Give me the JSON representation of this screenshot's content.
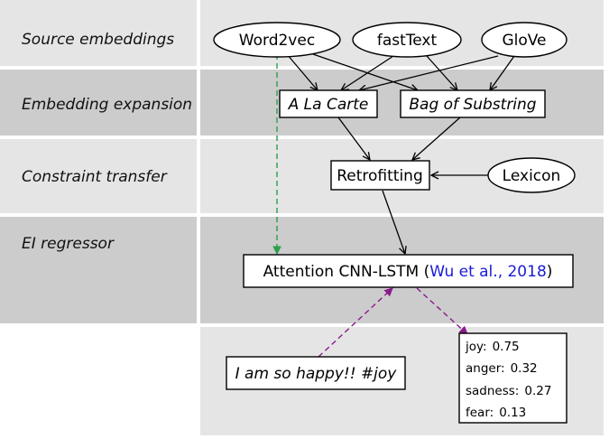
{
  "rows": [
    {
      "label": "Source embeddings"
    },
    {
      "label": "Embedding expansion"
    },
    {
      "label": "Constraint transfer"
    },
    {
      "label": "EI regressor"
    },
    {
      "label": ""
    }
  ],
  "nodes": {
    "word2vec": "Word2vec",
    "fasttext": "fastText",
    "glove": "GloVe",
    "alacarte": "A La Carte",
    "bag": "Bag of Substring",
    "retrofitting": "Retrofitting",
    "lexicon": "Lexicon",
    "model_name": "Attention CNN-LSTM (",
    "model_citation": "Wu et al., 2018",
    "model_close": ")",
    "input": "I am so happy!! #joy"
  },
  "scores": [
    {
      "emotion": "joy:",
      "value": "0.75"
    },
    {
      "emotion": "anger:",
      "value": "0.32"
    },
    {
      "emotion": "sadness:",
      "value": "0.27"
    },
    {
      "emotion": "fear:",
      "value": "0.13"
    }
  ],
  "colors": {
    "row_light": "#e5e5e5",
    "row_dark": "#cccccc",
    "citation": "#1a1ad6",
    "green_arrow": "#2e9e4f",
    "purple_arrow": "#8b1a8b"
  }
}
